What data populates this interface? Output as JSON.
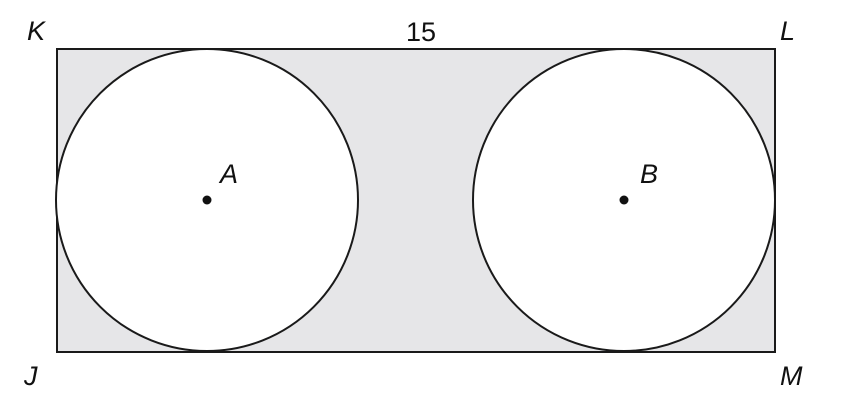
{
  "figure": {
    "vertices": {
      "top_left": "K",
      "top_right": "L",
      "bottom_left": "J",
      "bottom_right": "M"
    },
    "centers": {
      "left": "A",
      "right": "B"
    },
    "side_length_label": "15",
    "colors": {
      "shaded_region": "#e6e6e8",
      "circle_fill": "#ffffff",
      "stroke": "#1a1a1a",
      "text": "#111111"
    }
  }
}
